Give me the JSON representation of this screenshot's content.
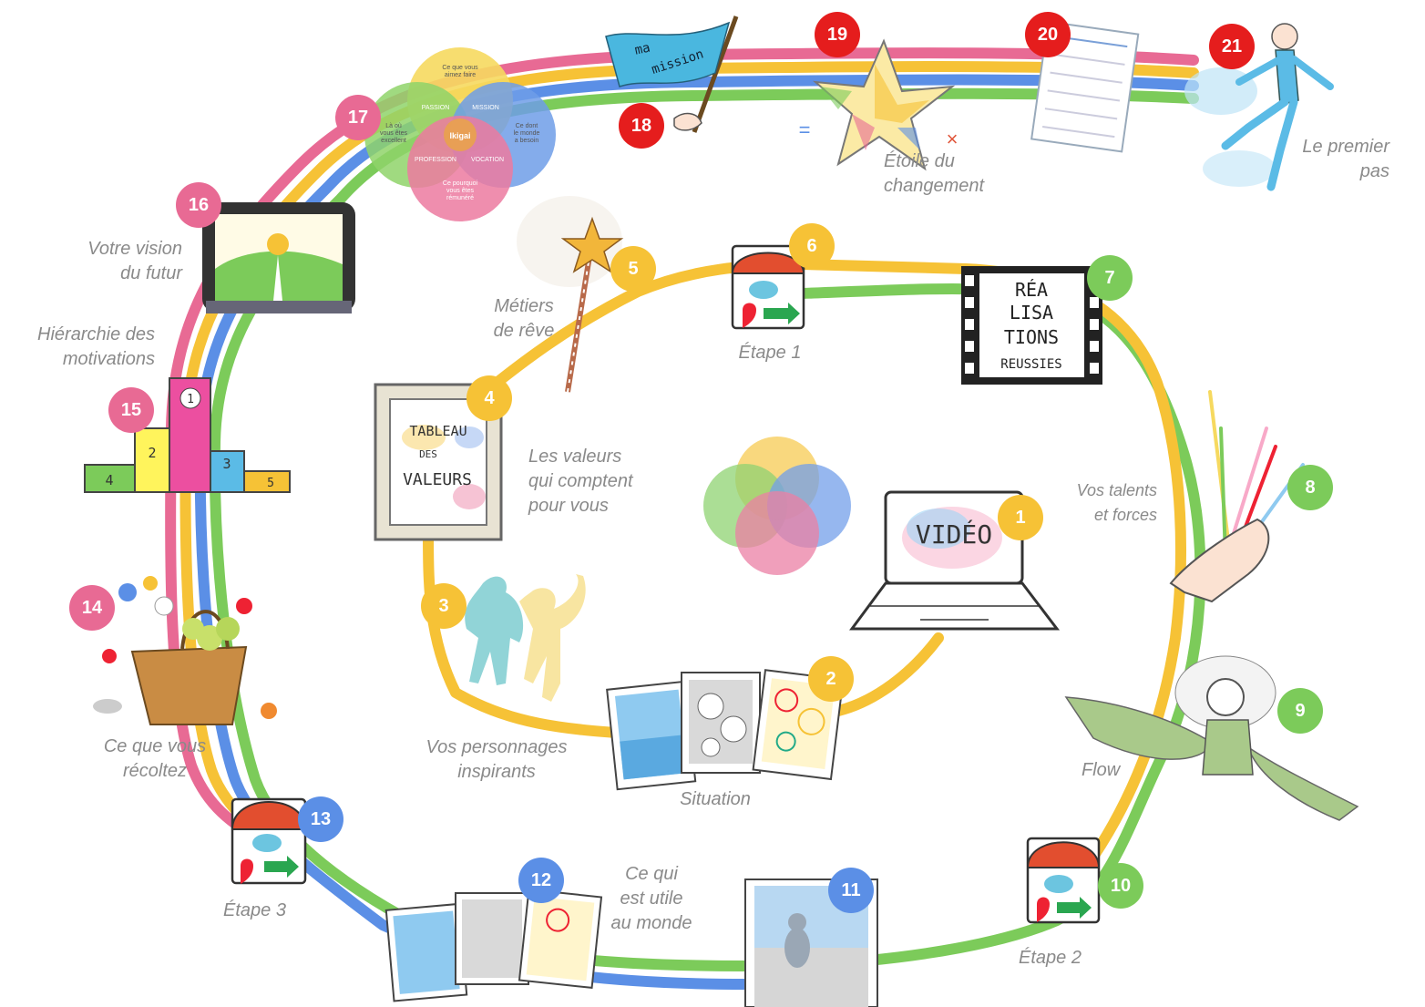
{
  "colors": {
    "yellow": "#f6c236",
    "green": "#7ccb5a",
    "blue": "#5b8fe6",
    "pink": "#e86a94",
    "red": "#e51d1d"
  },
  "steps": [
    {
      "n": "1",
      "label": "",
      "color": "yellow"
    },
    {
      "n": "2",
      "label": "Situation",
      "color": "yellow"
    },
    {
      "n": "3",
      "label": "Vos personnages\ninspirants",
      "color": "yellow"
    },
    {
      "n": "4",
      "label": "Les valeurs\nqui comptent\npour vous",
      "color": "yellow"
    },
    {
      "n": "5",
      "label": "Métiers\nde rêve",
      "color": "yellow"
    },
    {
      "n": "6",
      "label": "Étape 1",
      "color": "yellow"
    },
    {
      "n": "7",
      "label": "",
      "color": "green"
    },
    {
      "n": "8",
      "label": "Vos talents\net forces",
      "color": "green"
    },
    {
      "n": "9",
      "label": "Flow",
      "color": "green"
    },
    {
      "n": "10",
      "label": "Étape 2",
      "color": "green"
    },
    {
      "n": "11",
      "label": "",
      "color": "blue"
    },
    {
      "n": "12",
      "label": "Ce qui\nest utile\nau monde",
      "color": "blue"
    },
    {
      "n": "13",
      "label": "Étape 3",
      "color": "blue"
    },
    {
      "n": "14",
      "label": "Ce que vous\nrécoltez",
      "color": "pink"
    },
    {
      "n": "15",
      "label": "Hiérarchie des\nmotivations",
      "color": "pink"
    },
    {
      "n": "16",
      "label": "Votre vision\ndu futur",
      "color": "pink"
    },
    {
      "n": "17",
      "label": "",
      "color": "pink"
    },
    {
      "n": "18",
      "label": "",
      "color": "red"
    },
    {
      "n": "19",
      "label": "Étoile du\nchangement",
      "color": "red"
    },
    {
      "n": "20",
      "label": "",
      "color": "red"
    },
    {
      "n": "21",
      "label": "Le premier\npas",
      "color": "red"
    }
  ],
  "illustrations": {
    "video": "VIDÉO",
    "valeurs": [
      "TABLEAU",
      "DES",
      "VALEURS"
    ],
    "realisations": [
      "RÉA",
      "LISA",
      "TIONS",
      "REUSSIES"
    ],
    "podium": [
      "4",
      "2",
      "1",
      "3",
      "5"
    ],
    "flag": [
      "ma",
      "mission"
    ],
    "star_marks": [
      "=",
      "×"
    ]
  },
  "ikigai": {
    "top": "Ce que vous\naimez faire",
    "left": "Là où\nvous êtes\nexcellent",
    "right": "Ce dont\nle monde\na besoin",
    "bottom": "Ce pourquoi\nvous êtes\nrémunéré",
    "passion": "PASSION",
    "mission": "MISSION",
    "profession": "PROFESSION",
    "vocation": "VOCATION",
    "center": "Ikigai"
  }
}
